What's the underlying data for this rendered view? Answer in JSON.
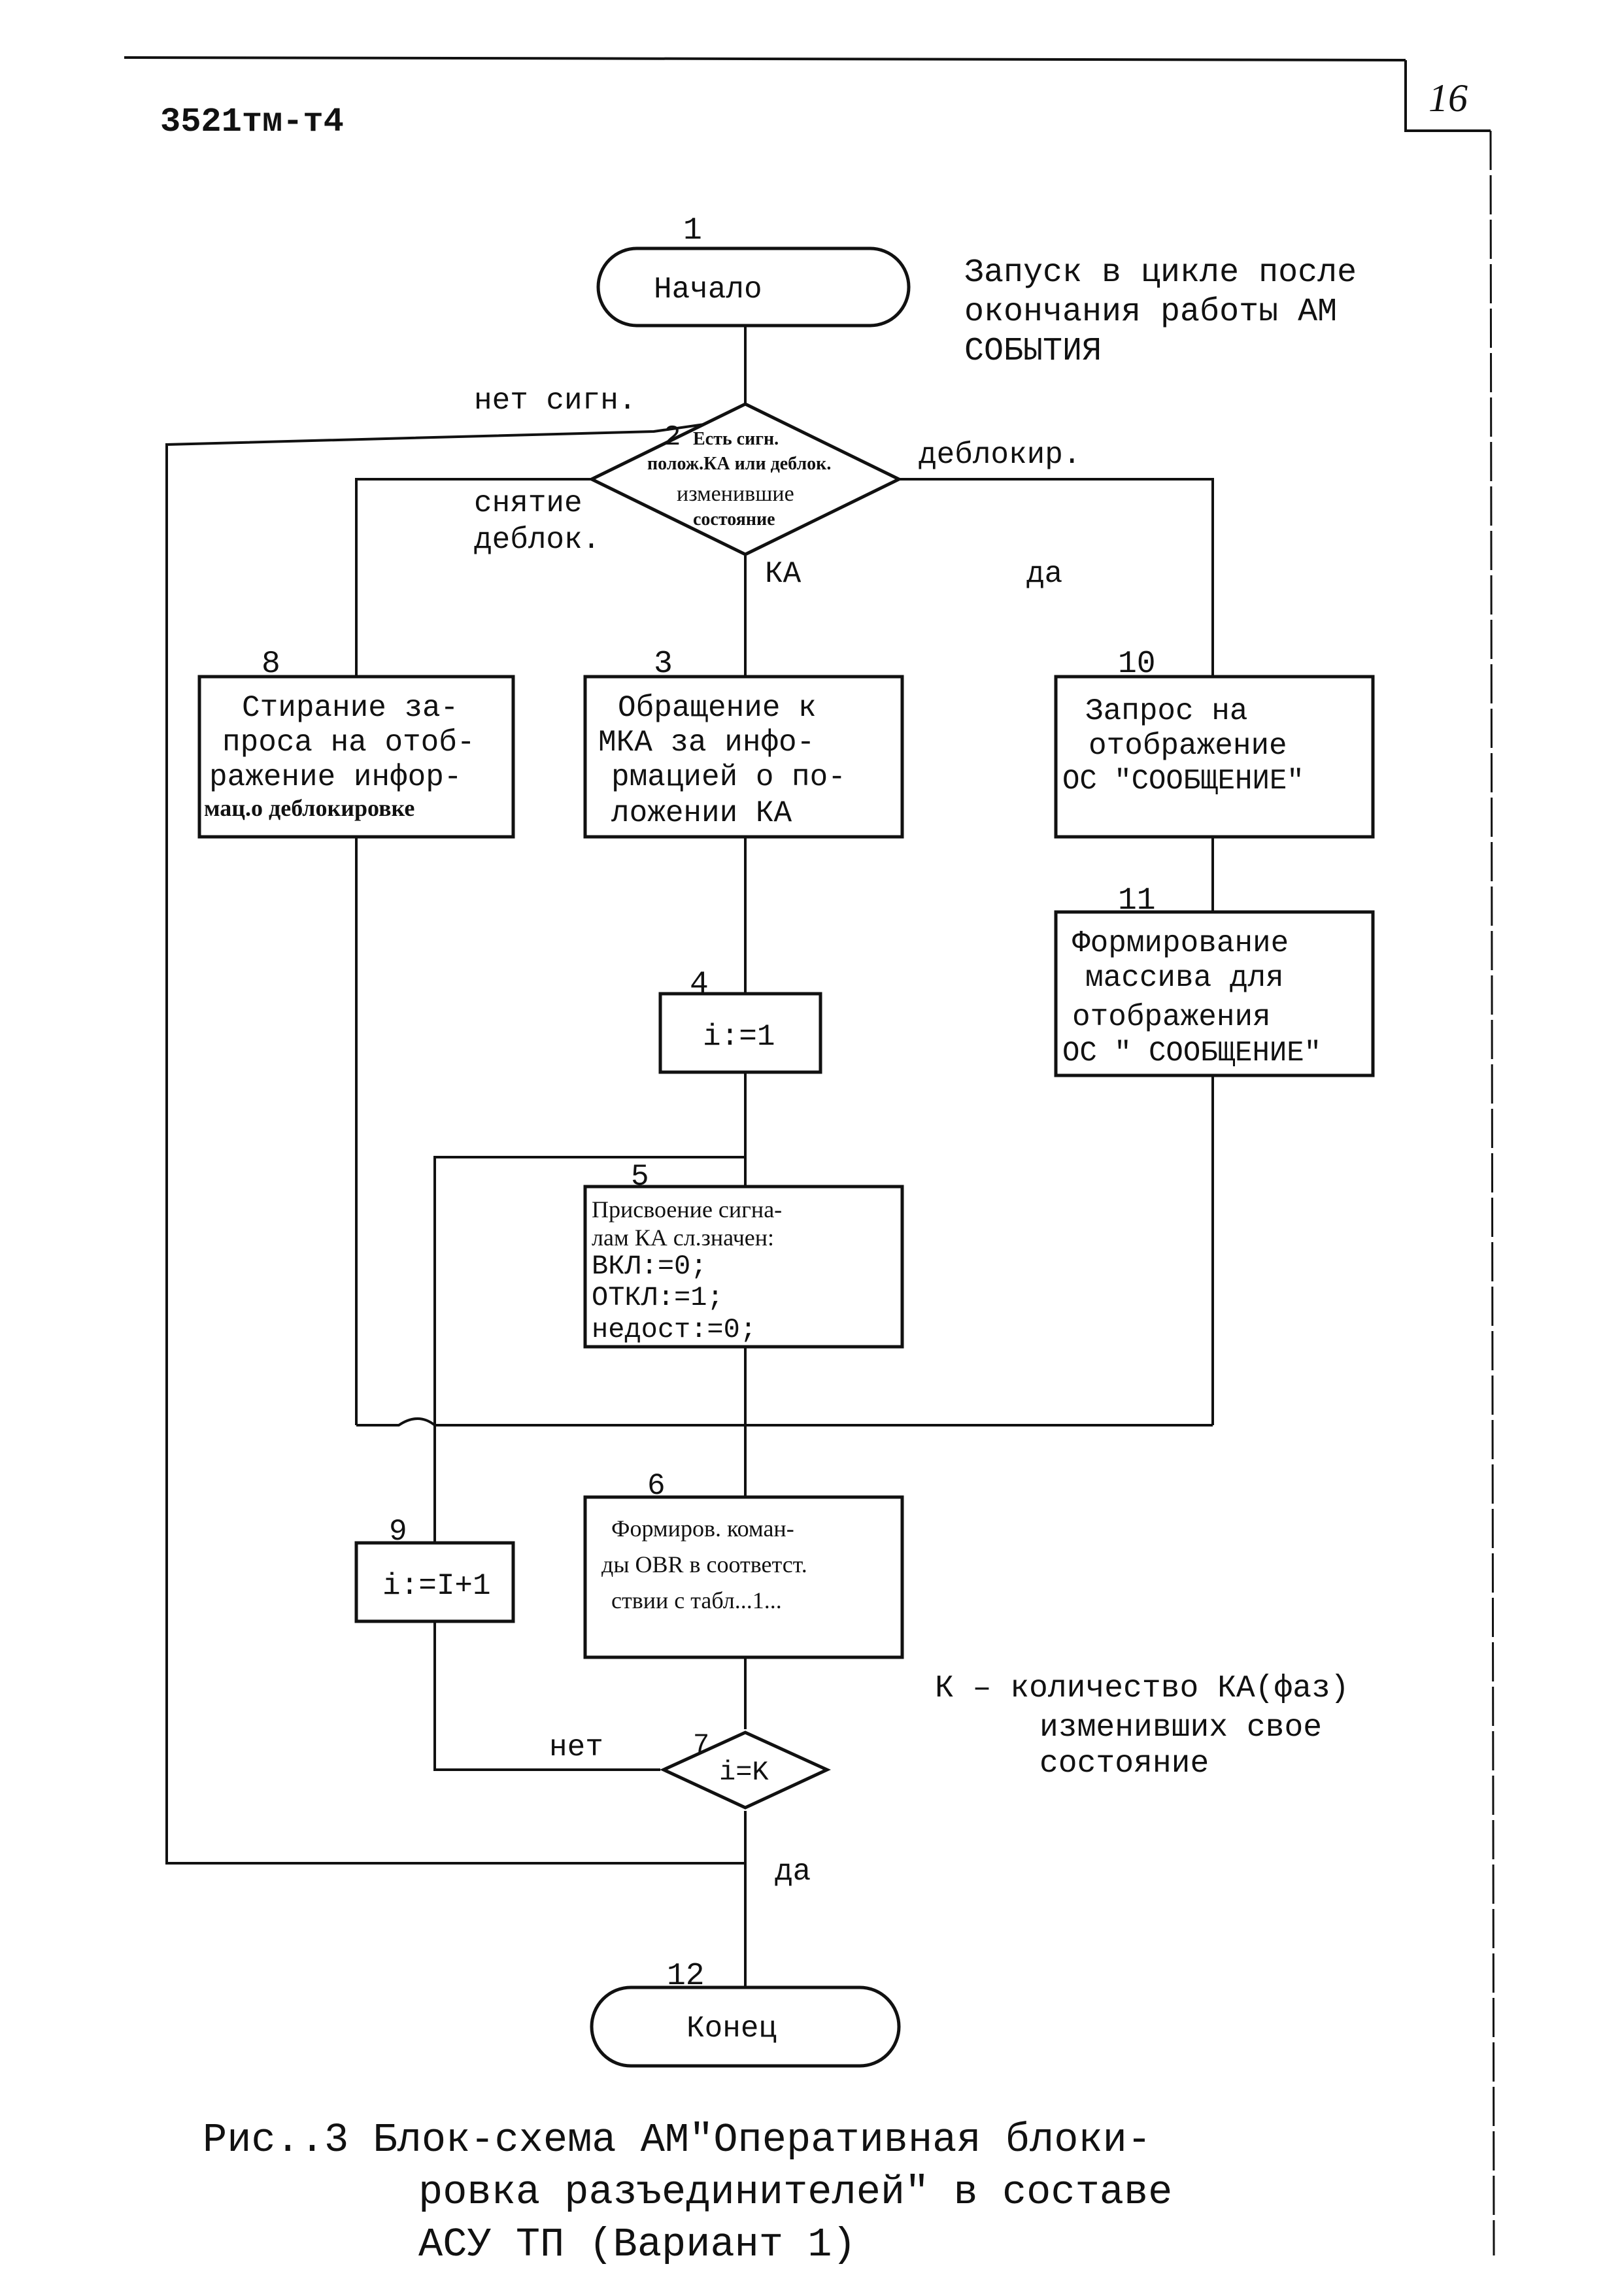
{
  "header": {
    "doc_code": "3521тм-т4",
    "page_number": "16"
  },
  "note_top": [
    "Запуск в цикле после",
    "окончания работы АМ",
    "СОБЫТИЯ"
  ],
  "blocks": {
    "b1": {
      "num": "1",
      "lines": [
        "Начало"
      ]
    },
    "b2": {
      "num": "2",
      "lines": [
        "Есть сигн.",
        "полож.КА или деблок.",
        "изменившие",
        "состояние"
      ]
    },
    "b3": {
      "num": "3",
      "lines": [
        "Обращение к",
        "МКА за инфо-",
        "рмацией о по-",
        "ложении КА"
      ]
    },
    "b4": {
      "num": "4",
      "lines": [
        "i:=1"
      ]
    },
    "b5": {
      "num": "5",
      "lines": [
        "Присвоение сигна-",
        "лам КА сл.значен:",
        "ВКЛ:=0;",
        "ОТКЛ:=1;",
        "недост:=0;"
      ]
    },
    "b6": {
      "num": "6",
      "lines": [
        "Формиров. коман-",
        "ды OBR в соответст.",
        "ствии с табл...1..."
      ]
    },
    "b7": {
      "num": "7",
      "lines": [
        "i=K"
      ]
    },
    "b8": {
      "num": "8",
      "lines": [
        "Стирание за-",
        "проса на отоб-",
        "ражение инфор-",
        "мац.о деблокировке"
      ]
    },
    "b9": {
      "num": "9",
      "lines": [
        "i:=I+1"
      ]
    },
    "b10": {
      "num": "10",
      "lines": [
        "Запрос на",
        "отображение",
        "ОС \"СООБЩЕНИЕ\""
      ]
    },
    "b11": {
      "num": "11",
      "lines": [
        "Формирование",
        "массива для",
        "отображения",
        "ОС \" СООБЩЕНИЕ\""
      ]
    },
    "b12": {
      "num": "12",
      "lines": [
        "Конец"
      ]
    }
  },
  "edge_labels": {
    "no_signal": "нет сигн.",
    "unblock": "деблокир.",
    "remove_unblock_1": "снятие",
    "remove_unblock_2": "деблок.",
    "ka": "КА",
    "yes_right": "да",
    "no_loop": "нет",
    "yes_end": "да"
  },
  "note_k": {
    "line1": "К  –  количество КА(фаз)",
    "line2": "изменивших свое",
    "line3": "состояние"
  },
  "caption": {
    "line1": "Рис..3  Блок-схема АМ\"Оперативная блоки-",
    "line2": "ровка разъединителей\" в составе",
    "line3": "АСУ ТП (Вариант 1)"
  }
}
